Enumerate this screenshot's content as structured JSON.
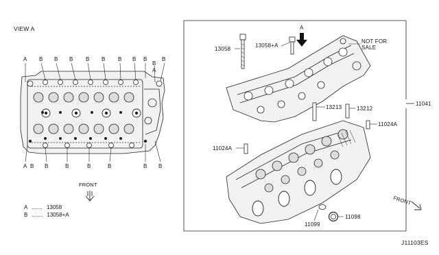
{
  "left_panel": {
    "view_label": "VIEW A",
    "top_callouts": [
      "A",
      "B",
      "B",
      "B",
      "B",
      "B",
      "B",
      "B",
      "B",
      "B",
      "B",
      "A"
    ],
    "bottom_callouts": [
      "A",
      "B",
      "B",
      "B",
      "B",
      "B",
      "B",
      "B"
    ],
    "front_label": "FRONT",
    "legend": [
      {
        "key": "A",
        "dots": ".......",
        "part": "13058"
      },
      {
        "key": "B",
        "dots": ".......",
        "part": "13058+A"
      }
    ]
  },
  "right_panel": {
    "view_marker": "A",
    "not_for_sale": "NOT FOR SALE",
    "parts": {
      "p13058": "13058",
      "p13058a": "13058+A",
      "p13213": "13213",
      "p13212": "13212",
      "p11024a_right": "11024A",
      "p11024a_left": "11024A",
      "p11041": "11041",
      "p11099": "11099",
      "p11098": "11098"
    },
    "front_label": "FRONT"
  },
  "diagram_code": "J11103ES"
}
